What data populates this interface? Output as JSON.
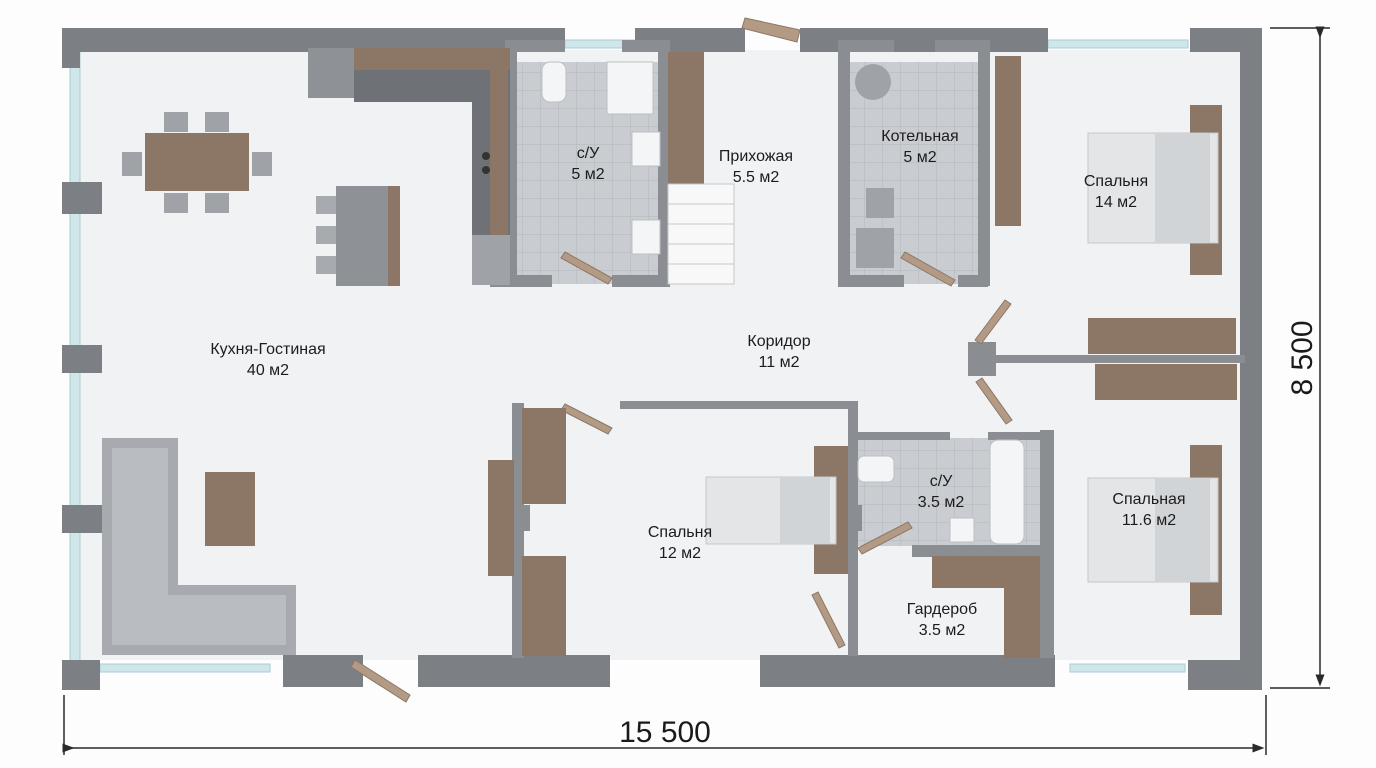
{
  "colors": {
    "wall": "#7c7f83",
    "wall_top": "#8e9195",
    "floor": "#f1f2f3",
    "tile": "#c9ccd0",
    "tile_line": "#b3b6ba",
    "wood": "#8c7766",
    "furniture": "#a7aaae",
    "glass": "#cfe7ea",
    "dim_line": "#2a2a2a"
  },
  "rooms": [
    {
      "name": "Кухня-Гостиная",
      "area": "40 м2"
    },
    {
      "name": "с/У",
      "area": "5 м2"
    },
    {
      "name": "Прихожая",
      "area": "5.5 м2"
    },
    {
      "name": "Котельная",
      "area": "5 м2"
    },
    {
      "name": "Спальня",
      "area": "14 м2"
    },
    {
      "name": "Коридор",
      "area": "11 м2"
    },
    {
      "name": "Спальня",
      "area": "12 м2"
    },
    {
      "name": "с/У",
      "area": "3.5 м2"
    },
    {
      "name": "Спальная",
      "area": "11.6 м2"
    },
    {
      "name": "Гардероб",
      "area": "3.5 м2"
    }
  ],
  "dimensions": {
    "width": "15 500",
    "height": "8 500"
  }
}
